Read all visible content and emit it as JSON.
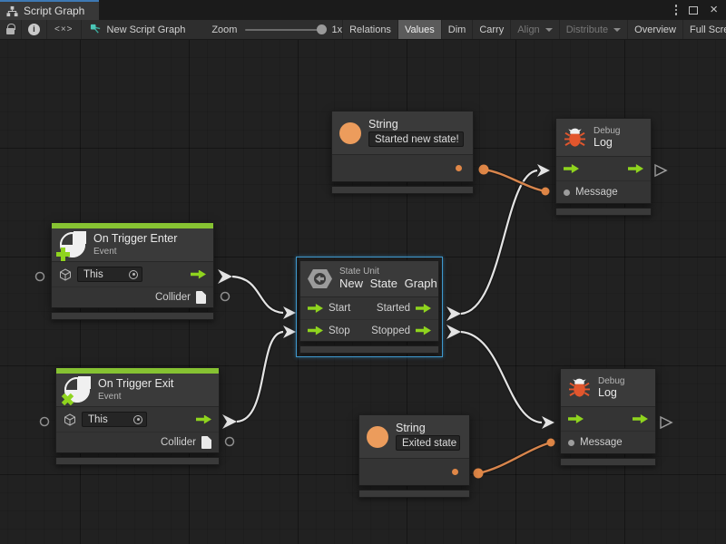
{
  "window": {
    "tab_title": "Script Graph"
  },
  "toolbar": {
    "graph_name": "New Script Graph",
    "zoom_label": "Zoom",
    "zoom_value": "1x",
    "zoom_slider_position": 1.0,
    "buttons": [
      {
        "label": "Relations",
        "state": "normal"
      },
      {
        "label": "Values",
        "state": "active"
      },
      {
        "label": "Dim",
        "state": "normal"
      },
      {
        "label": "Carry",
        "state": "normal"
      },
      {
        "label": "Align",
        "state": "disabled",
        "dropdown": true
      },
      {
        "label": "Distribute",
        "state": "disabled",
        "dropdown": true
      },
      {
        "label": "Overview",
        "state": "normal"
      },
      {
        "label": "Full Screen",
        "state": "normal",
        "clipped": true
      }
    ]
  },
  "icons": {
    "tab": "hierarchy-icon",
    "toolbar_left": [
      "lock-icon",
      "info-icon",
      "code-view-icon",
      "graph-icon"
    ],
    "window_controls": [
      "kebab-menu-icon",
      "maximize-icon",
      "close-icon"
    ]
  },
  "nodes": {
    "trigger_enter": {
      "title": "On Trigger Enter",
      "subtitle": "Event",
      "target_value": "This",
      "output_label": "Collider"
    },
    "trigger_exit": {
      "title": "On Trigger Exit",
      "subtitle": "Event",
      "target_value": "This",
      "output_label": "Collider"
    },
    "state": {
      "subtitle": "State Unit",
      "title": "New State Graph",
      "input_start": "Start",
      "input_stop": "Stop",
      "output_started": "Started",
      "output_stopped": "Stopped",
      "selected": true
    },
    "string_top": {
      "title": "String",
      "value": "Started new state!"
    },
    "string_bottom": {
      "title": "String",
      "value": "Exited state"
    },
    "debug_top": {
      "subtitle": "Debug",
      "title": "Log",
      "input_label": "Message"
    },
    "debug_bottom": {
      "subtitle": "Debug",
      "title": "Log",
      "input_label": "Message"
    }
  },
  "connections": [
    {
      "from": "On Trigger Enter (flow out)",
      "to": "State Unit Start",
      "type": "flow"
    },
    {
      "from": "On Trigger Exit (flow out)",
      "to": "State Unit Stop",
      "type": "flow"
    },
    {
      "from": "State Unit Started",
      "to": "Debug Log top (flow in)",
      "type": "flow"
    },
    {
      "from": "State Unit Stopped",
      "to": "Debug Log bottom (flow in)",
      "type": "flow"
    },
    {
      "from": "String 'Started new state!'",
      "to": "Debug Log top Message",
      "type": "value"
    },
    {
      "from": "String 'Exited state'",
      "to": "Debug Log bottom Message",
      "type": "value"
    }
  ],
  "colors": {
    "event_accent_green": "#86C232",
    "flow_arrow_green": "#8FD41E",
    "string_orange": "#EC9C5C",
    "value_wire_orange": "#D8854C",
    "selection_blue": "#3E97CC",
    "tab_highlight_blue": "#3E79B4",
    "canvas_background": "#212121",
    "node_header": "#3a3a3a",
    "node_body": "#343434"
  }
}
